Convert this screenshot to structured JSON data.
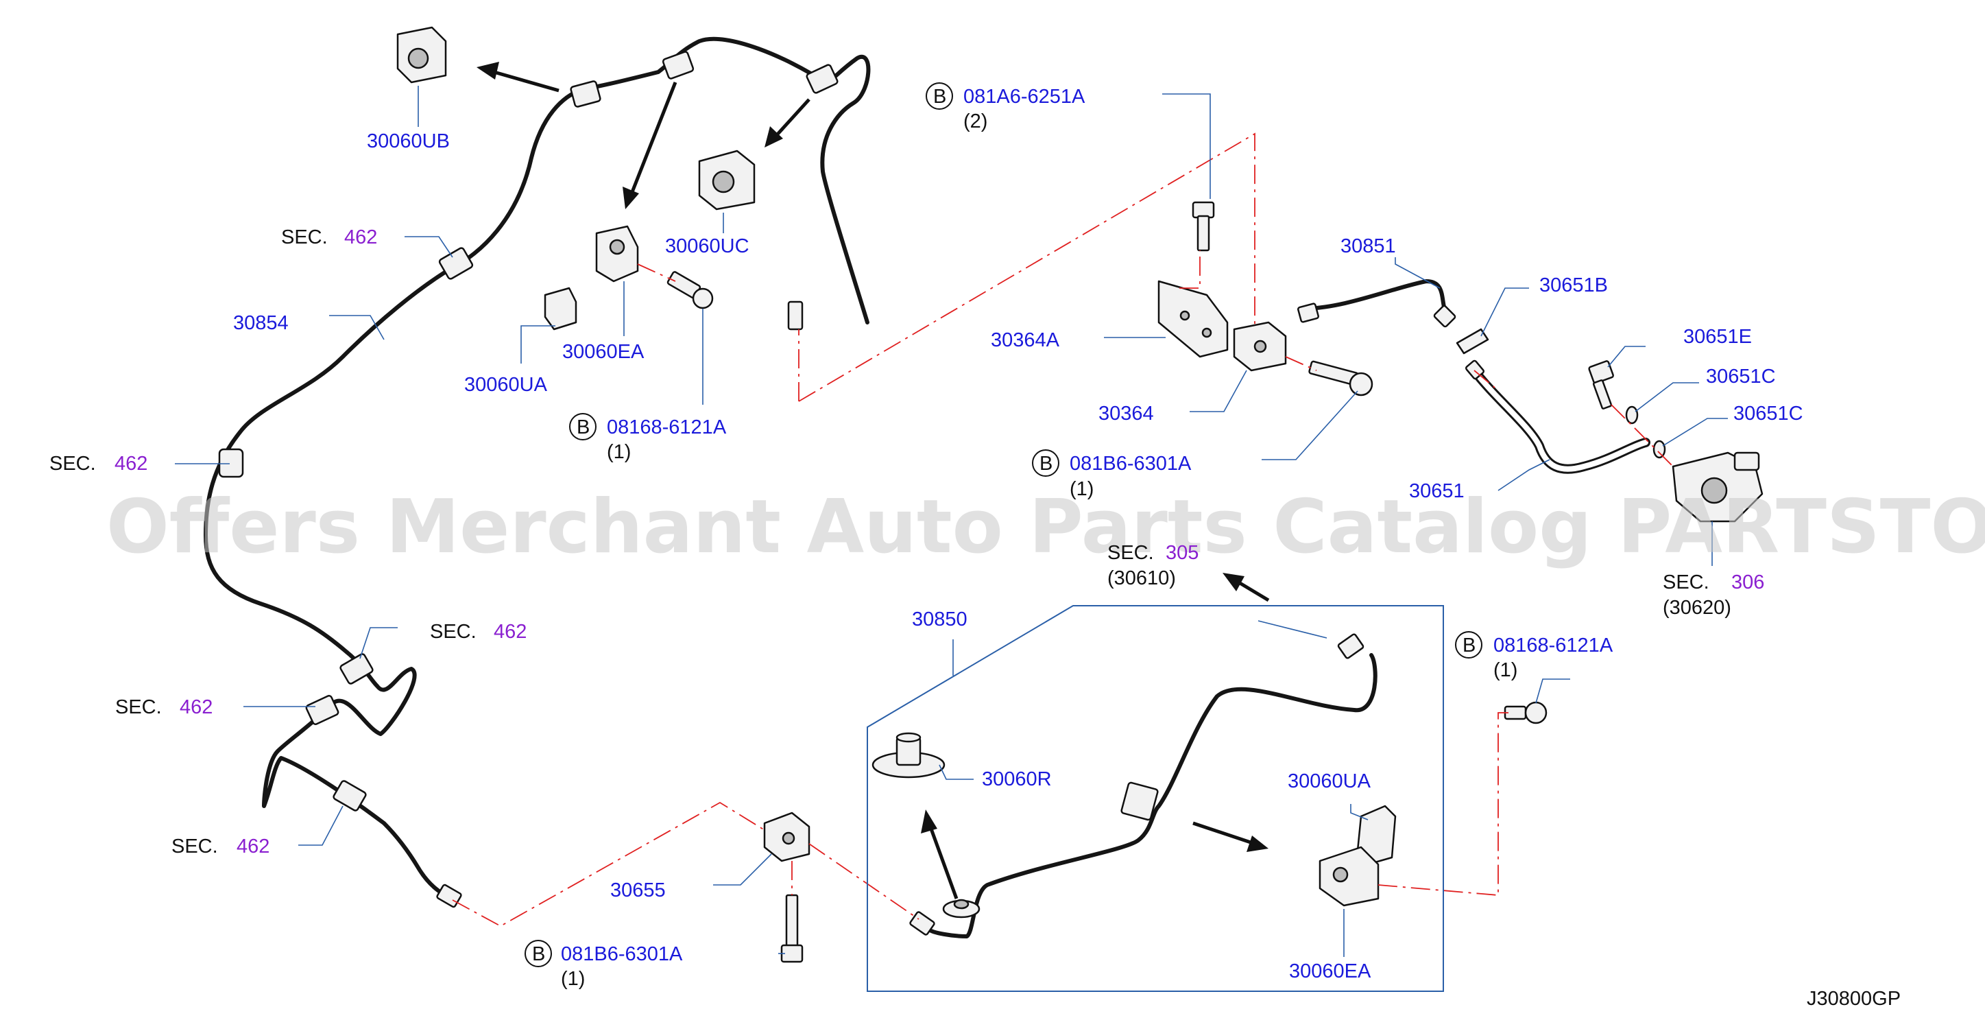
{
  "labels": {
    "p30060UB": "30060UB",
    "p30060UC": "30060UC",
    "p30060EA_top": "30060EA",
    "p30060UA_top": "30060UA",
    "p30854": "30854",
    "p08168_top": "08168-6121A",
    "q08168_top": "(1)",
    "p081A6": "081A6-6251A",
    "q081A6": "(2)",
    "p30364A": "30364A",
    "p30364": "30364",
    "p081B6_mid": "081B6-6301A",
    "q081B6_mid": "(1)",
    "p30851": "30851",
    "p30651B": "30651B",
    "p30651E": "30651E",
    "p30651C_a": "30651C",
    "p30651C_b": "30651C",
    "p30651": "30651",
    "sec305_text": "SEC.",
    "sec305_num": "305",
    "q30610": "(30610)",
    "sec306_text": "SEC.",
    "sec306_num": "306",
    "q30620": "(30620)",
    "p30850": "30850",
    "p30060R": "30060R",
    "p30060UA_bot": "30060UA",
    "p30060EA_bot": "30060EA",
    "p08168_bot": "08168-6121A",
    "q08168_bot": "(1)",
    "p30655": "30655",
    "p081B6_bot": "081B6-6301A",
    "q081B6_bot": "(1)",
    "sec462_1_text": "SEC.",
    "sec462_1_num": "462",
    "sec462_2_text": "SEC.",
    "sec462_2_num": "462",
    "sec462_3_text": "SEC.",
    "sec462_3_num": "462",
    "sec462_4_text": "SEC.",
    "sec462_4_num": "462",
    "sec462_5_text": "SEC.",
    "sec462_5_num": "462",
    "b_marker": "B",
    "diagram_code": "J30800GP"
  },
  "watermark": "Offers Merchant Auto Parts Catalog PARTSTORE.SA",
  "colors": {
    "part_number": "#1a1adb",
    "section_number": "#8a1fd0",
    "leader": "#2a5fa8",
    "centerline": "#e02020",
    "line_art": "#151515"
  }
}
